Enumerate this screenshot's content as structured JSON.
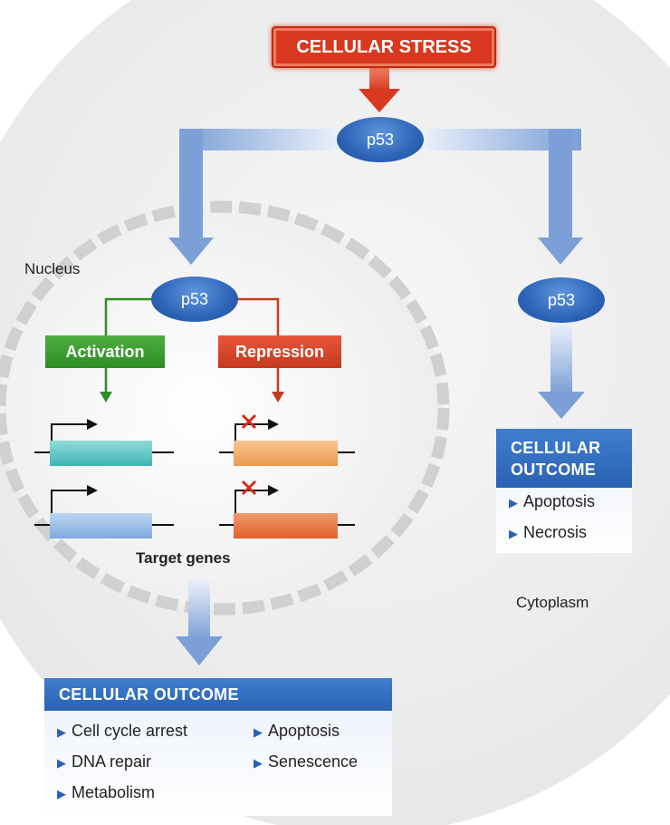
{
  "stress_label": "CELLULAR STRESS",
  "p53_label": "p53",
  "nucleus_label": "Nucleus",
  "cytoplasm_label": "Cytoplasm",
  "activation_label": "Activation",
  "repression_label": "Repression",
  "target_genes_label": "Target genes",
  "nuclear_outcome": {
    "title": "CELLULAR OUTCOME",
    "items": [
      "Cell cycle arrest",
      "DNA repair",
      "Metabolism",
      "Apoptosis",
      "Senescence"
    ]
  },
  "cytoplasmic_outcome": {
    "title_line1": "CELLULAR",
    "title_line2": "OUTCOME",
    "items": [
      "Apoptosis",
      "Necrosis"
    ]
  },
  "colors": {
    "p53": "#2d64b7",
    "stress": "#d8381f",
    "activation": "#2f8c26",
    "repression": "#c43a1f",
    "pathway_arrow": "#8eaedd"
  }
}
